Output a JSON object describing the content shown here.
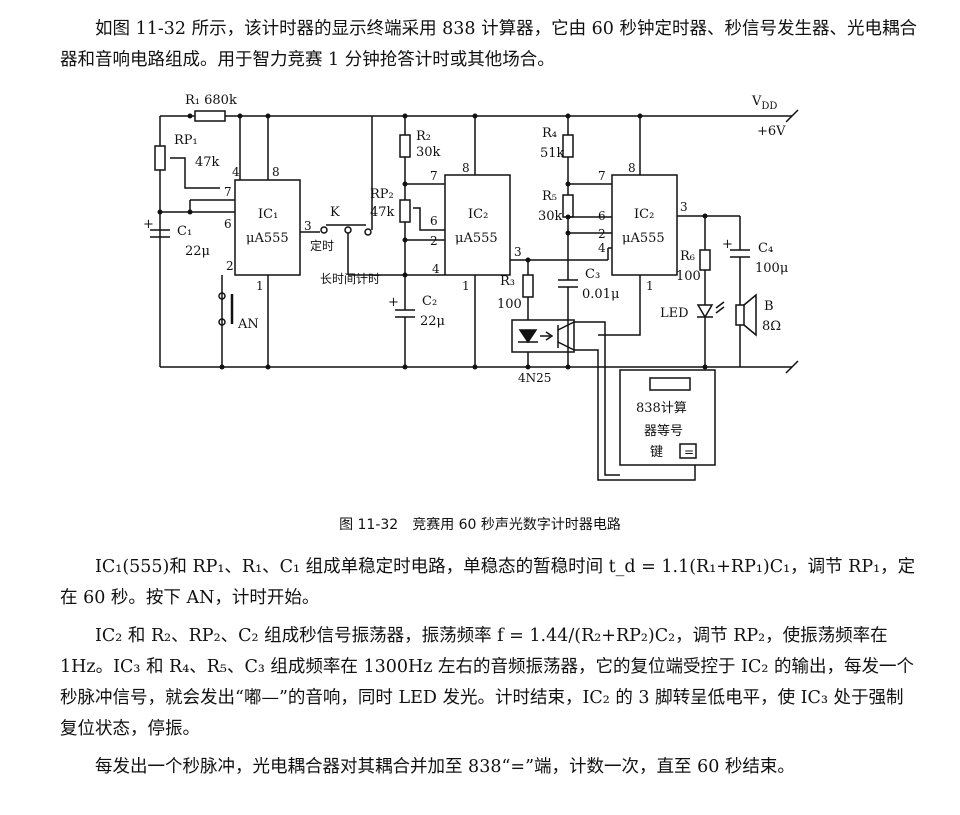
{
  "intro": "如图 11-32 所示，该计时器的显示终端采用 838 计算器，它由 60 秒钟定时器、秒信号发生器、光电耦合器和音响电路组成。用于智力竞赛 1 分钟抢答计时或其他场合。",
  "caption": "图 11-32　竞赛用 60 秒声光数字计时器电路",
  "p2": "IC₁(555)和 RP₁、R₁、C₁ 组成单稳定时电路，单稳态的暂稳时间 t_d = 1.1(R₁+RP₁)C₁，调节 RP₁，定在 60 秒。按下 AN，计时开始。",
  "p3": "IC₂ 和 R₂、RP₂、C₂ 组成秒信号振荡器，振荡频率 f = 1.44/(R₂+RP₂)C₂，调节 RP₂，使振荡频率在 1Hz。IC₃ 和 R₄、R₅、C₃ 组成频率在 1300Hz 左右的音频振荡器，它的复位端受控于 IC₂ 的输出，每发一个秒脉冲信号，就会发出“嘟—”的音响，同时 LED 发光。计时结束，IC₂ 的 3 脚转呈低电平，使 IC₃ 处于强制复位状态，停振。",
  "p4": "每发出一个秒脉冲，光电耦合器对其耦合并加至 838“=”端，计数一次，直至 60 秒结束。",
  "circuit": {
    "r1": "R₁ 680k",
    "rp1": "RP₁",
    "rp1_val": "47k",
    "c1": "C₁",
    "c1_val": "22μ",
    "ic1": "IC₁",
    "ic2a": "IC₂",
    "ic2b": "IC₂",
    "chip": "μA555",
    "k": "K",
    "dingshi": "定时",
    "changshijian": "长时间计时",
    "an": "AN",
    "r2": "R₂",
    "r2_val": "30k",
    "rp2": "RP₂",
    "rp2_val": "47k",
    "c2": "C₂",
    "c2_val": "22μ",
    "r3": "R₃",
    "r3_val": "100",
    "r4": "R₄",
    "r4_val": "51k",
    "r5": "R₅",
    "r5_val": "30k",
    "c3": "C₃",
    "c3_val": "0.01μ",
    "r6": "R₆",
    "r6_val": "100",
    "c4": "C₄",
    "c4_val": "100μ",
    "led": "LED",
    "b": "B",
    "b_val": "8Ω",
    "vdd": "V",
    "vdd_sub": "DD",
    "vdd_val": "+6V",
    "opto": "4N25",
    "calc1": "838计算",
    "calc2": "器等号",
    "calc3": "键",
    "calc_key": "=",
    "pins": {
      "p4": "4",
      "p8": "8",
      "p7": "7",
      "p6": "6",
      "p2": "2",
      "p1": "1",
      "p3": "3"
    }
  }
}
